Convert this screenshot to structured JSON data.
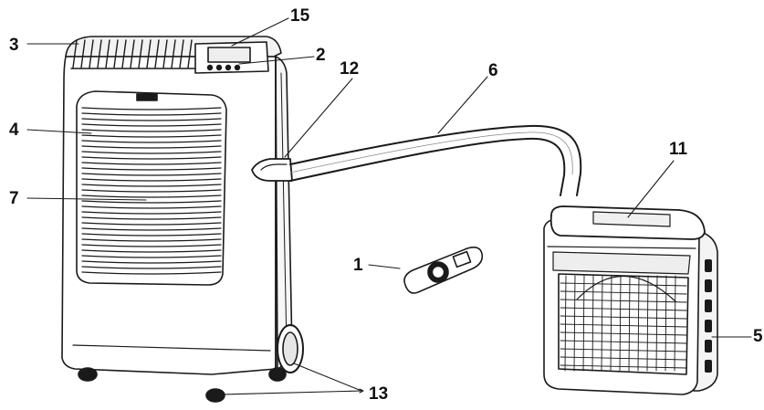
{
  "callouts": {
    "n1": "1",
    "n2": "2",
    "n3": "3",
    "n4": "4",
    "n5": "5",
    "n6": "6",
    "n7": "7",
    "n11": "11",
    "n12": "12",
    "n13": "13",
    "n15": "15"
  },
  "parts": {
    "p1": "remote control",
    "p2": "control panel",
    "p3": "top air outlet grille",
    "p4": "front air intake grille",
    "p5": "outdoor unit side grille",
    "p6": "connecting hose",
    "p7": "air filter panel",
    "p11": "outdoor unit handle",
    "p12": "hose connector",
    "p13": "castor wheels",
    "p15": "display window"
  },
  "colors": {
    "ink": "#1a1a1a",
    "paper": "#ffffff",
    "shade": "#e6e6e6"
  }
}
